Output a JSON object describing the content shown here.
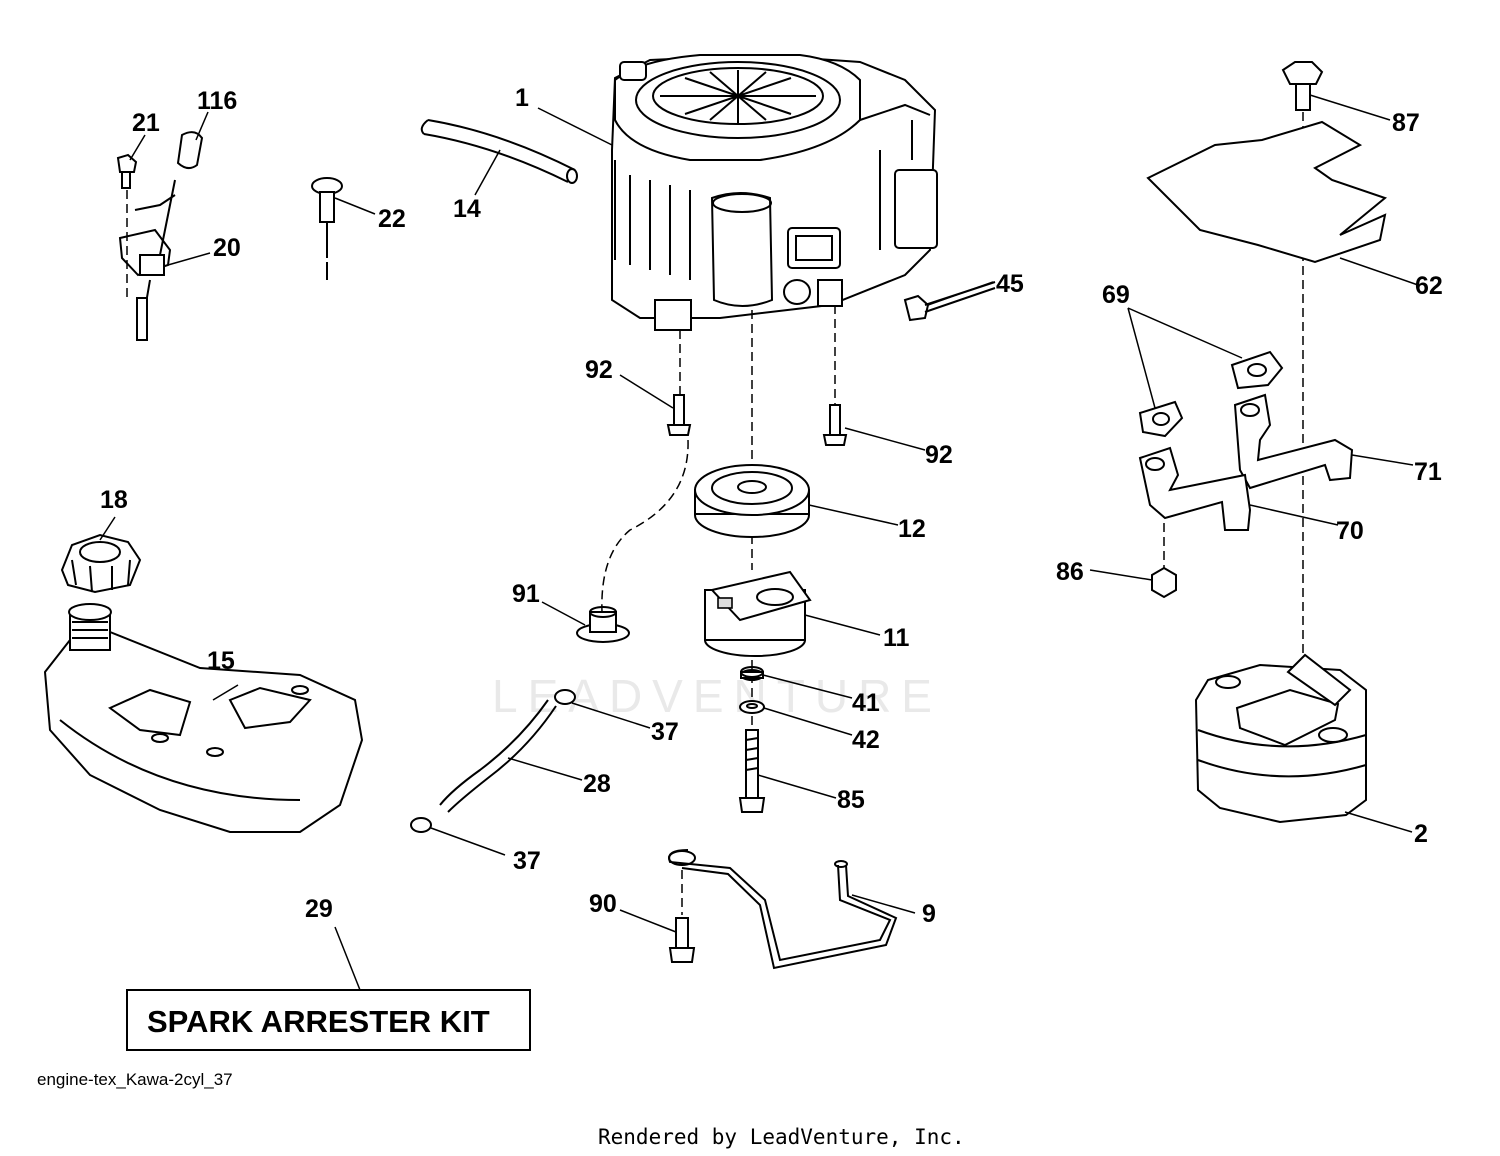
{
  "diagram": {
    "watermark": "LEADVENTURE",
    "kit_label": "SPARK ARRESTER KIT",
    "file_label": "engine-tex_Kawa-2cyl_37",
    "rendered_by": "Rendered by LeadVenture, Inc.",
    "callouts": {
      "c1": "1",
      "c116": "116",
      "c21": "21",
      "c22": "22",
      "c14": "14",
      "c20": "20",
      "c45": "45",
      "c87": "87",
      "c62": "62",
      "c69": "69",
      "c92a": "92",
      "c92b": "92",
      "c71": "71",
      "c70": "70",
      "c86": "86",
      "c18": "18",
      "c12": "12",
      "c15": "15",
      "c91": "91",
      "c11": "11",
      "c41": "41",
      "c37a": "37",
      "c42": "42",
      "c28": "28",
      "c85": "85",
      "c2": "2",
      "c37b": "37",
      "c29": "29",
      "c90": "90",
      "c9": "9"
    }
  }
}
